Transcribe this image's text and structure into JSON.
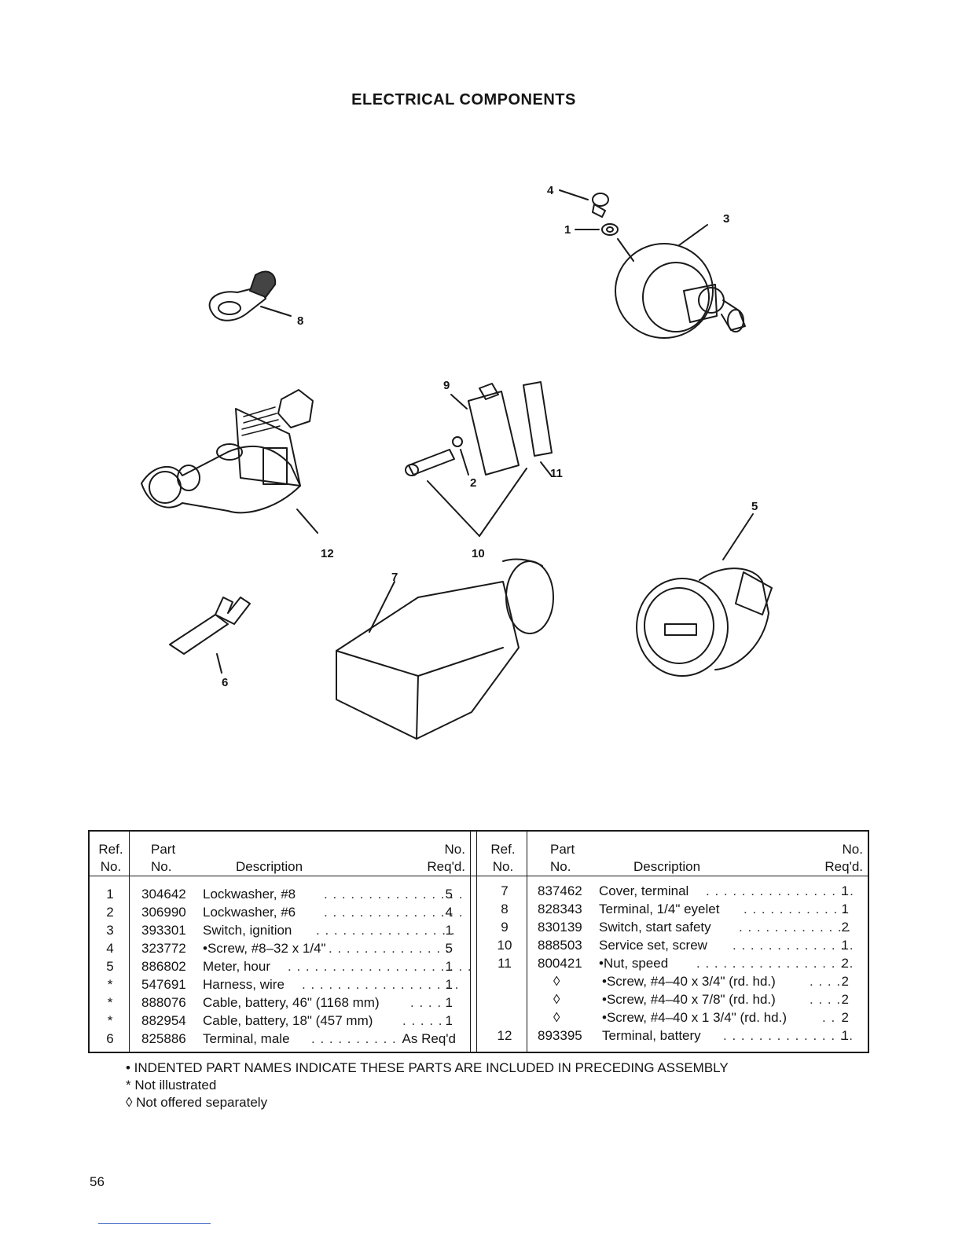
{
  "page": {
    "title": "ELECTRICAL COMPONENTS",
    "page_number": "56"
  },
  "callouts": {
    "c1": "1",
    "c2": "2",
    "c3": "3",
    "c4": "4",
    "c5": "5",
    "c6": "6",
    "c7": "7",
    "c8": "8",
    "c9": "9",
    "c10": "10",
    "c11": "11",
    "c12": "12"
  },
  "table": {
    "headers": {
      "ref": "Ref. No.",
      "part": "Part No.",
      "desc": "Description",
      "qty": "No. Req'd."
    },
    "left_rows": [
      {
        "ref": "1",
        "part": "304642",
        "desc": "Lockwasher, #8",
        "qty": "5"
      },
      {
        "ref": "2",
        "part": "306990",
        "desc": "Lockwasher, #6",
        "qty": "4"
      },
      {
        "ref": "3",
        "part": "393301",
        "desc": "Switch, ignition",
        "qty": "1"
      },
      {
        "ref": "4",
        "part": "323772",
        "desc": "•Screw, #8–32 x 1/4\"",
        "qty": "5"
      },
      {
        "ref": "5",
        "part": "886802",
        "desc": "Meter, hour",
        "qty": "1"
      },
      {
        "ref": "*",
        "part": "547691",
        "desc": "Harness, wire",
        "qty": "1"
      },
      {
        "ref": "*",
        "part": "888076",
        "desc": "Cable, battery, 46\" (1168 mm)",
        "qty": "1"
      },
      {
        "ref": "*",
        "part": "882954",
        "desc": "Cable, battery, 18\" (457 mm)",
        "qty": "1"
      },
      {
        "ref": "6",
        "part": "825886",
        "desc": "Terminal, male",
        "qty": "As Req'd"
      }
    ],
    "right_rows": [
      {
        "ref": "7",
        "part": "837462",
        "desc": "Cover, terminal",
        "qty": "1"
      },
      {
        "ref": "8",
        "part": "828343",
        "desc": "Terminal, 1/4\" eyelet",
        "qty": "1"
      },
      {
        "ref": "9",
        "part": "830139",
        "desc": "Switch, start safety",
        "qty": "2"
      },
      {
        "ref": "10",
        "part": "888503",
        "desc": "Service set, screw",
        "qty": "1"
      },
      {
        "ref": "11",
        "part": "800421",
        "desc": "•Nut, speed",
        "qty": "2"
      },
      {
        "ref": "",
        "part": "◊",
        "desc": "•Screw, #4–40 x 3/4\" (rd. hd.)",
        "qty": "2"
      },
      {
        "ref": "",
        "part": "◊",
        "desc": "•Screw, #4–40 x 7/8\" (rd. hd.)",
        "qty": "2"
      },
      {
        "ref": "",
        "part": "◊",
        "desc": "•Screw, #4–40 x 1 3/4\" (rd. hd.)",
        "qty": "2"
      },
      {
        "ref": "12",
        "part": "893395",
        "desc": "Terminal, battery",
        "qty": "1"
      }
    ]
  },
  "notes": {
    "indented": "• INDENTED PART NAMES INDICATE THESE PARTS ARE INCLUDED IN PRECEDING ASSEMBLY",
    "not_illustrated": "* Not illustrated",
    "not_offered": "◊ Not offered separately"
  }
}
